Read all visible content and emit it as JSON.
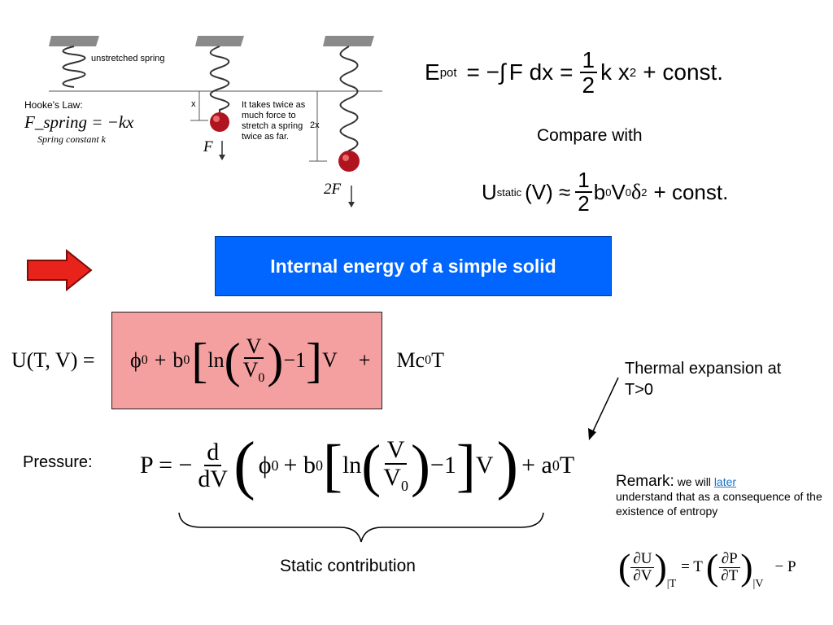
{
  "hooke_figure": {
    "unstretched_label": "unstretched spring",
    "law_title": "Hooke's Law:",
    "law_formula": "F_spring = −kx",
    "constant_label": "Spring constant k",
    "x_label": "x",
    "force_label": "F",
    "twice_text": "It takes twice as much force to stretch a spring twice as far.",
    "two_x_label": "2x",
    "two_force_label": "2F"
  },
  "potential_equation": {
    "lhs": "E",
    "lhs_sub": "pot",
    "eq1": "= −∫",
    "integrand": "F dx",
    "eq2": "=",
    "frac_num": "1",
    "frac_den": "2",
    "rhs": "k x",
    "rhs_exp": "2",
    "tail": "+ const."
  },
  "compare_with": "Compare with",
  "static_equation": {
    "lhs": "U",
    "lhs_sub": "static",
    "arg": "(V) ≈",
    "frac_num": "1",
    "frac_den": "2",
    "b": "b",
    "b_sub": "0",
    "v": "V",
    "v_sub": "0",
    "delta": "δ",
    "delta_exp": "2",
    "tail": "+ const."
  },
  "title_box": "Internal energy of a simple solid",
  "arrow_color": "#e8231c",
  "internal_energy": {
    "lhs": "U(T, V) =",
    "phi": "ϕ",
    "phi_sub": "0",
    "plus1": "+",
    "b": "b",
    "b_sub": "0",
    "ln": "ln",
    "frac_num": "V",
    "frac_den": "V",
    "frac_den_sub": "0",
    "minus_one": "−1",
    "v_after": "V",
    "plus2": "+",
    "m": "Mc",
    "m_sub": "0",
    "t": "T"
  },
  "thermal_expansion": "Thermal expansion at T>0",
  "pressure": {
    "label": "Pressure:",
    "lhs": "P = −",
    "d_num": "d",
    "d_den": "dV",
    "phi": "ϕ",
    "phi_sub": "0",
    "plus1": "+ b",
    "b_sub": "0",
    "ln": "ln",
    "frac_num": "V",
    "frac_den": "V",
    "frac_den_sub": "0",
    "minus_one": "−1",
    "v_after": "V",
    "plus2": "+ a",
    "a_sub": "0",
    "t": "T"
  },
  "static_contribution": "Static contribution",
  "remark": {
    "heading": "Remark:",
    "pre_link": "we will",
    "link": "later",
    "rest": "understand that as a consequence of the existence of entropy",
    "formula": {
      "du": "∂U",
      "dv": "∂V",
      "sub_t": "T",
      "eq_t": "= T",
      "dp": "∂P",
      "dt": "∂T",
      "sub_v": "V",
      "tail": "− P"
    }
  }
}
